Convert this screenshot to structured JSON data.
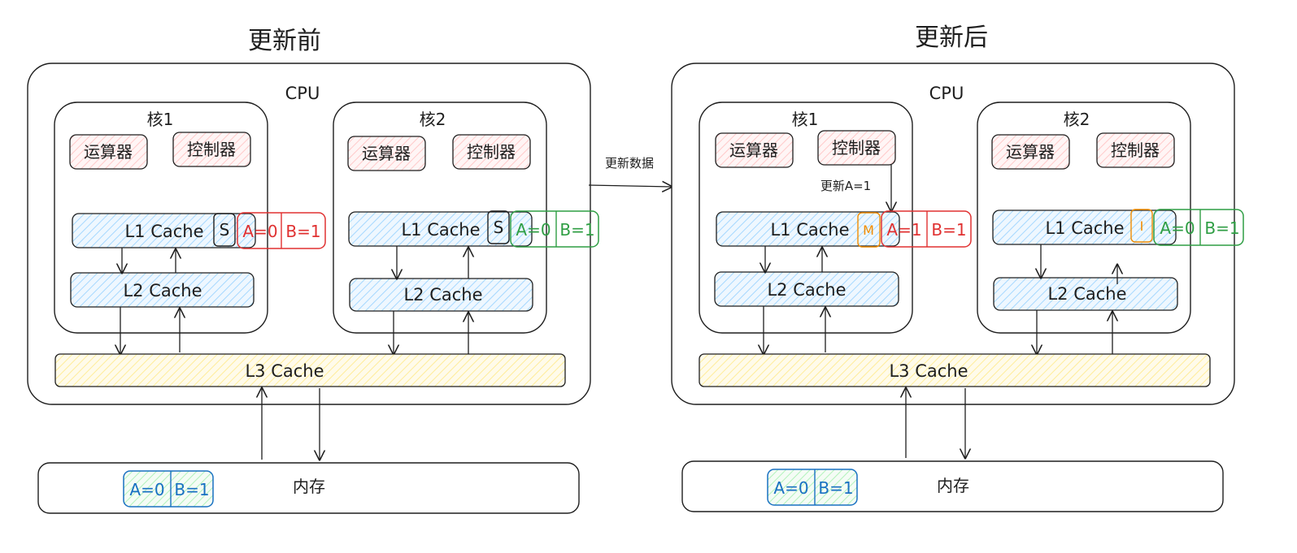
{
  "before": {
    "title": "更新前",
    "cpu_label": "CPU",
    "core1": {
      "label": "核1",
      "alu": "运算器",
      "controller": "控制器",
      "l1": "L1 Cache",
      "l1_state": "S",
      "l2": "L2 Cache",
      "line_a": "A=0",
      "line_b": "B=1"
    },
    "core2": {
      "label": "核2",
      "alu": "运算器",
      "controller": "控制器",
      "l1": "L1 Cache",
      "l1_state": "S",
      "l2": "L2 Cache",
      "line_a": "A=0",
      "line_b": "B=1"
    },
    "l3": "L3 Cache",
    "memory": {
      "label": "内存",
      "line_a": "A=0",
      "line_b": "B=1"
    }
  },
  "update_arrow_label": "更新数据",
  "after": {
    "title": "更新后",
    "cpu_label": "CPU",
    "update_note": "更新A=1",
    "core1": {
      "label": "核1",
      "alu": "运算器",
      "controller": "控制器",
      "l1": "L1 Cache",
      "l1_state": "M",
      "l2": "L2 Cache",
      "line_a": "A=1",
      "line_b": "B=1"
    },
    "core2": {
      "label": "核2",
      "alu": "运算器",
      "controller": "控制器",
      "l1": "L1 Cache",
      "l1_state": "I",
      "l2": "L2 Cache",
      "line_a": "A=0",
      "line_b": "B=1"
    },
    "l3": "L3 Cache",
    "memory": {
      "label": "内存",
      "line_a": "A=0",
      "line_b": "B=1"
    }
  },
  "colors": {
    "red": "#e03131",
    "green": "#2f9e44",
    "blue": "#1971c2",
    "orange": "#f08c00",
    "hatch_blue": "#a5d8ff",
    "hatch_yellow": "#ffec99",
    "hatch_pink": "#ffc9c9"
  }
}
